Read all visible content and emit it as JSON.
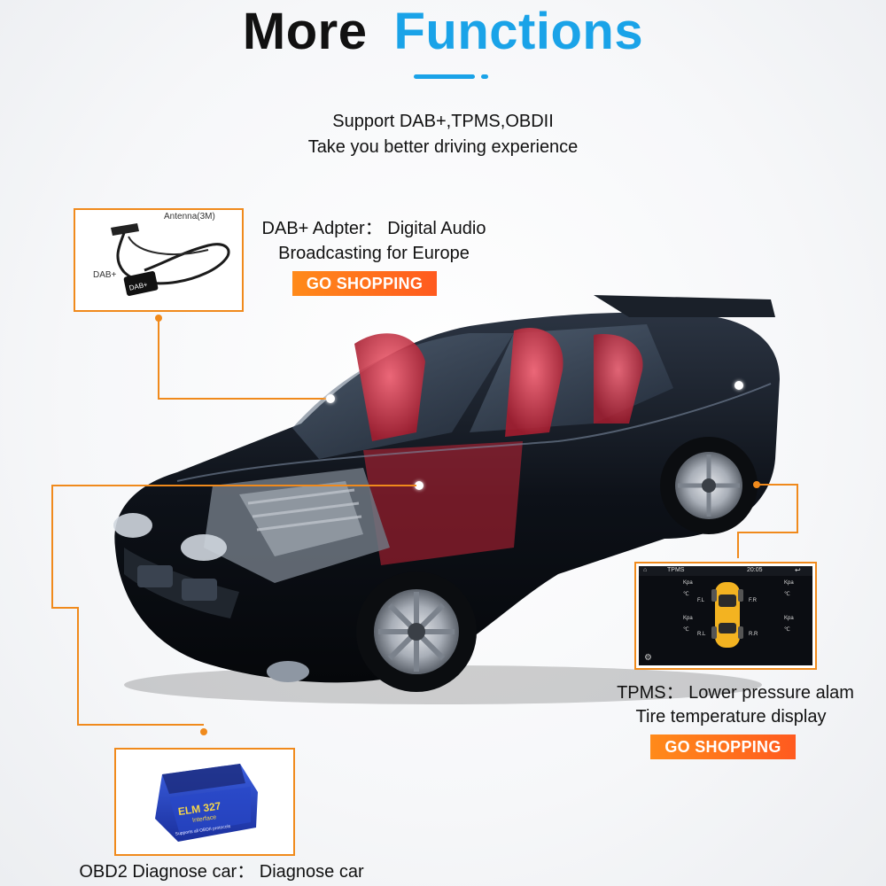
{
  "header": {
    "title_word1": "More",
    "title_word2": "Functions",
    "subtitle_line1": "Support DAB+,TPMS,OBDII",
    "subtitle_line2": "Take you better driving experience"
  },
  "dab": {
    "antenna_label": "Antenna(3M)",
    "dab_label": "DAB+",
    "device_label": "DAB+",
    "desc_line1": "DAB+ Adpter： Digital Audio",
    "desc_line2": "Broadcasting for Europe",
    "button": "GO SHOPPING"
  },
  "tpms": {
    "screen_title": "TPMS",
    "time": "20:05",
    "unit_pressure": "Kpa",
    "unit_temp": "℃",
    "wheels": [
      "F.L",
      "F.R",
      "R.L",
      "R.R"
    ],
    "desc_line1": "TPMS： Lower pressure alam",
    "desc_line2": "Tire temperature display",
    "button": "GO SHOPPING"
  },
  "obd": {
    "device_brand": "ELM 327",
    "device_sub": "Interface",
    "device_note": "Supports all OBDII protocols",
    "desc": "OBD2 Diagnose car： Diagnose car"
  },
  "colors": {
    "accent_blue": "#1aa3e8",
    "accent_orange": "#f08a1c",
    "button_orange": "#ff6a1f"
  }
}
